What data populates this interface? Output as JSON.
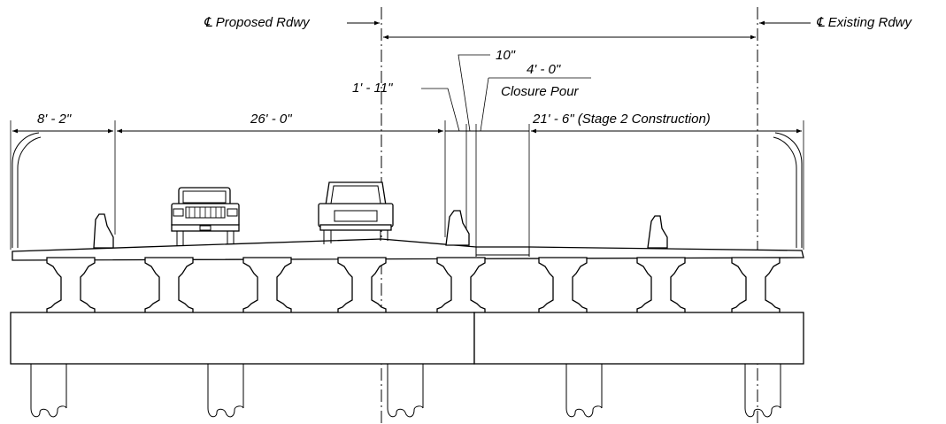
{
  "centerlines": {
    "proposed_label": "℄ Proposed Rdwy",
    "existing_label": "℄ Existing Rdwy"
  },
  "dimensions": {
    "left_overhang": "8' - 2\"",
    "stage1_width": "26' - 0\"",
    "barrier_gap": "1' - 11\"",
    "joint": "10\"",
    "closure_width": "4' - 0\"",
    "closure_label": "Closure Pour",
    "stage2": "21' - 6\" (Stage 2 Construction)"
  }
}
